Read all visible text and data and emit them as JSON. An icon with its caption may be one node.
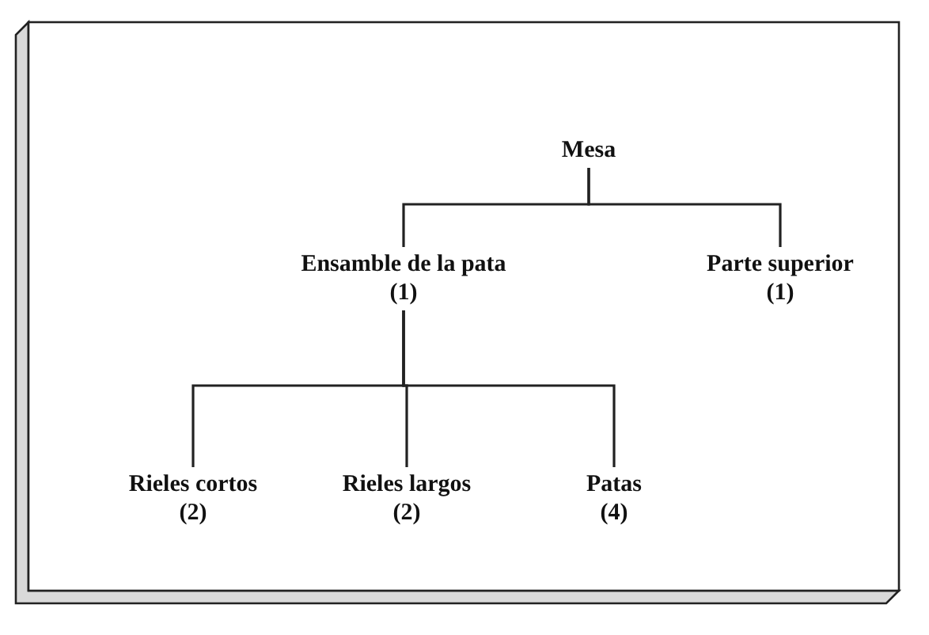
{
  "diagram": {
    "nodes": [
      {
        "text": [
          "Mesa"
        ]
      },
      {
        "text": [
          "Ensamble de la pata",
          "(1)"
        ]
      },
      {
        "text": [
          "Parte superior",
          "(1)"
        ]
      },
      {
        "text": [
          "Rieles cortos",
          "(2)"
        ]
      },
      {
        "text": [
          "Rieles largos",
          "(2)"
        ]
      },
      {
        "text": [
          "Patas",
          "(4)"
        ]
      }
    ],
    "edges": [
      {
        "from": 0,
        "to": 1,
        "arrow": "none"
      },
      {
        "from": 0,
        "to": 2,
        "arrow": "none"
      },
      {
        "from": 1,
        "to": 3,
        "arrow": "none"
      },
      {
        "from": 1,
        "to": 4,
        "arrow": "none"
      },
      {
        "from": 1,
        "to": 5,
        "arrow": "none"
      }
    ]
  }
}
